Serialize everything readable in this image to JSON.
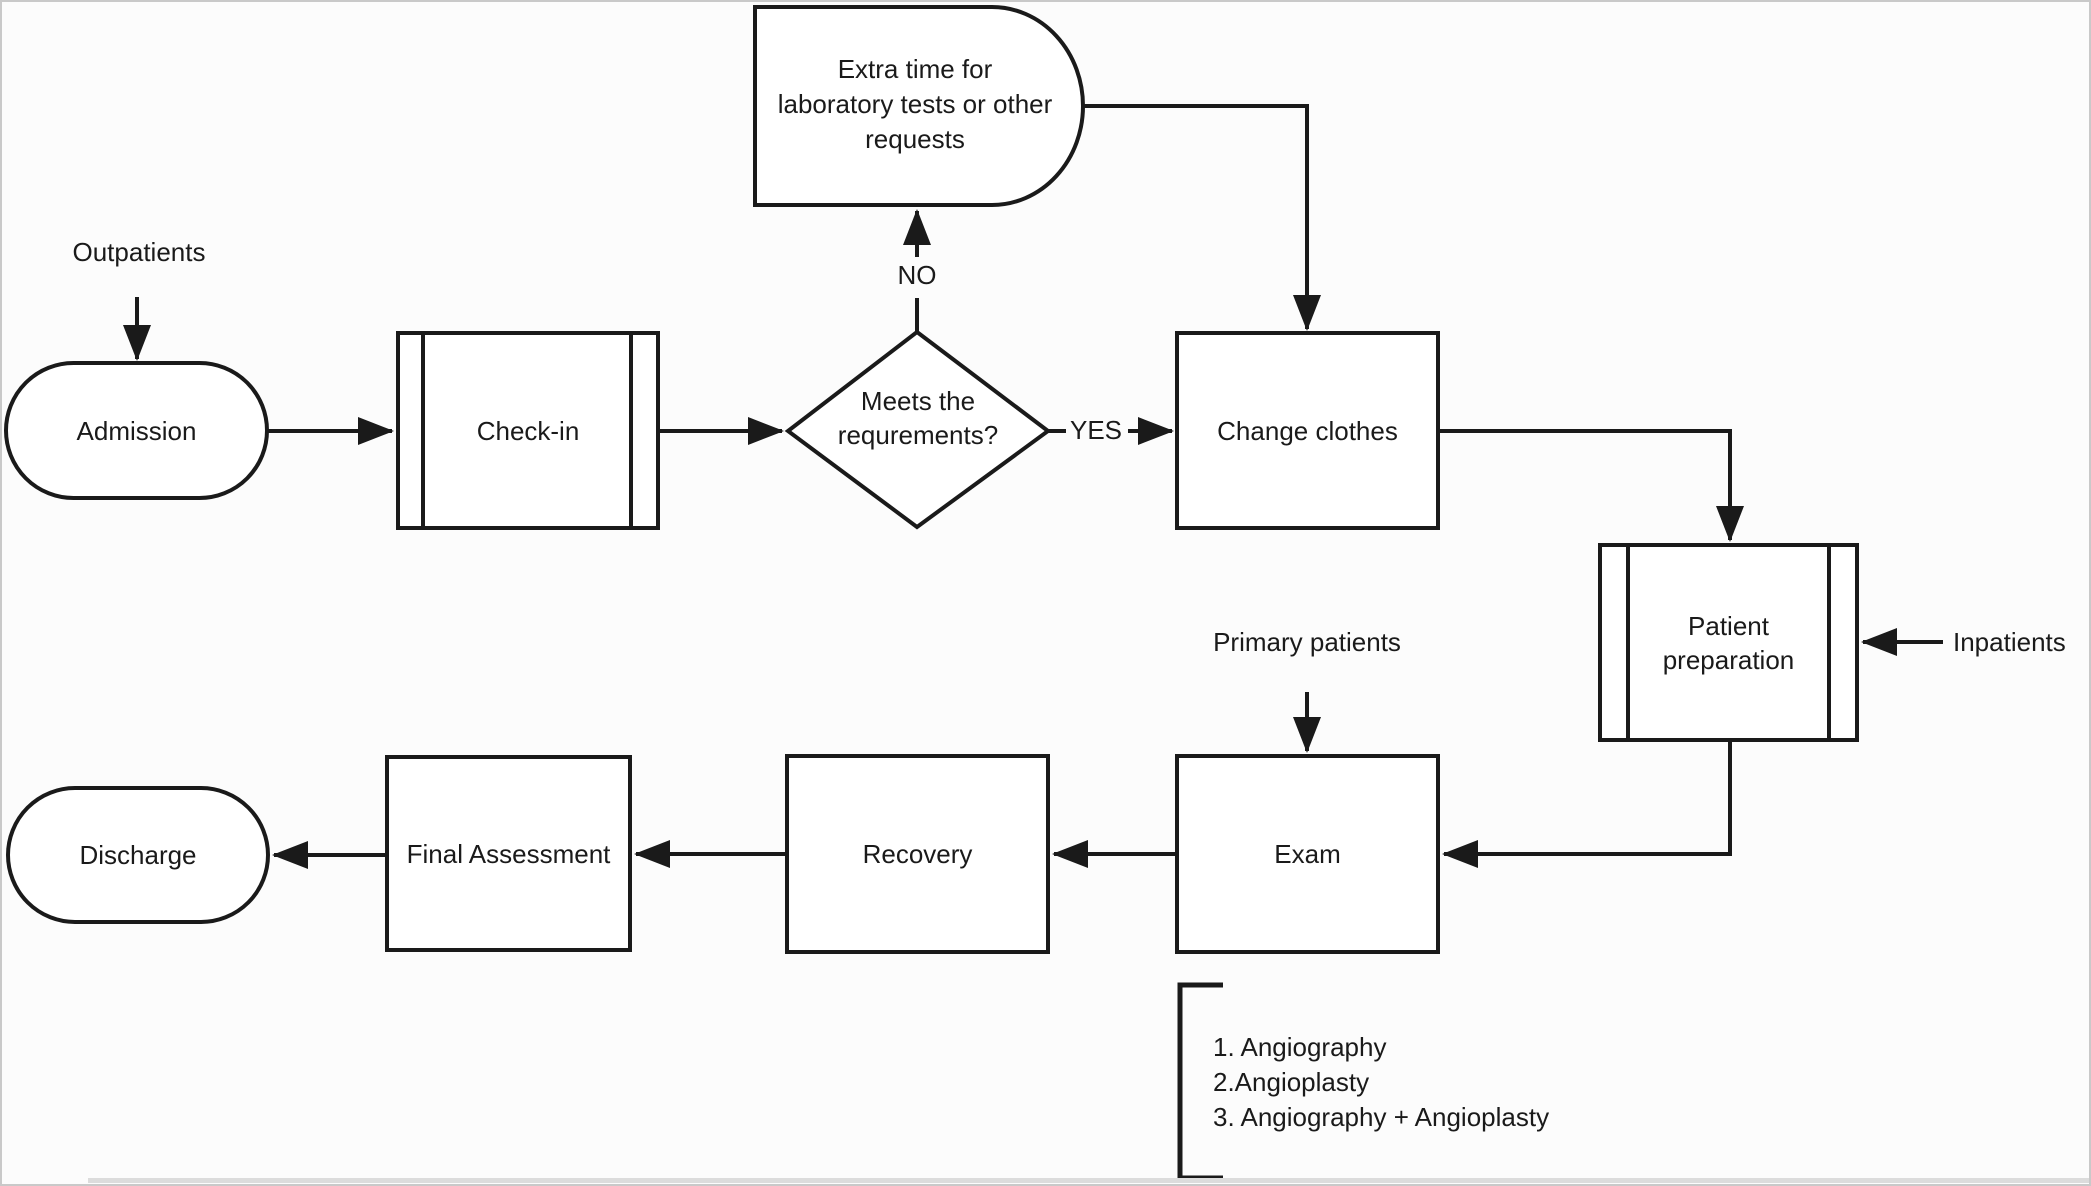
{
  "colors": {
    "stroke": "#1a1a1a",
    "shape_fill": "#ffffff",
    "background": "#fcfcfc",
    "edge_strip": "#dcdcdc"
  },
  "labels": {
    "outpatients": "Outpatients",
    "admission": "Admission",
    "check_in": "Check-in",
    "decision": [
      "Meets the",
      "requrements?"
    ],
    "no": "NO",
    "yes": "YES",
    "extra_time": [
      "Extra time for",
      "laboratory tests or other",
      "requests"
    ],
    "change_clothes": "Change clothes",
    "patient_preparation": [
      "Patient",
      "preparation"
    ],
    "inpatients": "Inpatients",
    "primary_patients": "Primary patients",
    "exam": "Exam",
    "recovery": "Recovery",
    "final_assessment": "Final Assessment",
    "discharge": "Discharge",
    "exam_options": [
      "1. Angiography",
      "2.Angioplasty",
      "3. Angiography + Angioplasty"
    ]
  }
}
